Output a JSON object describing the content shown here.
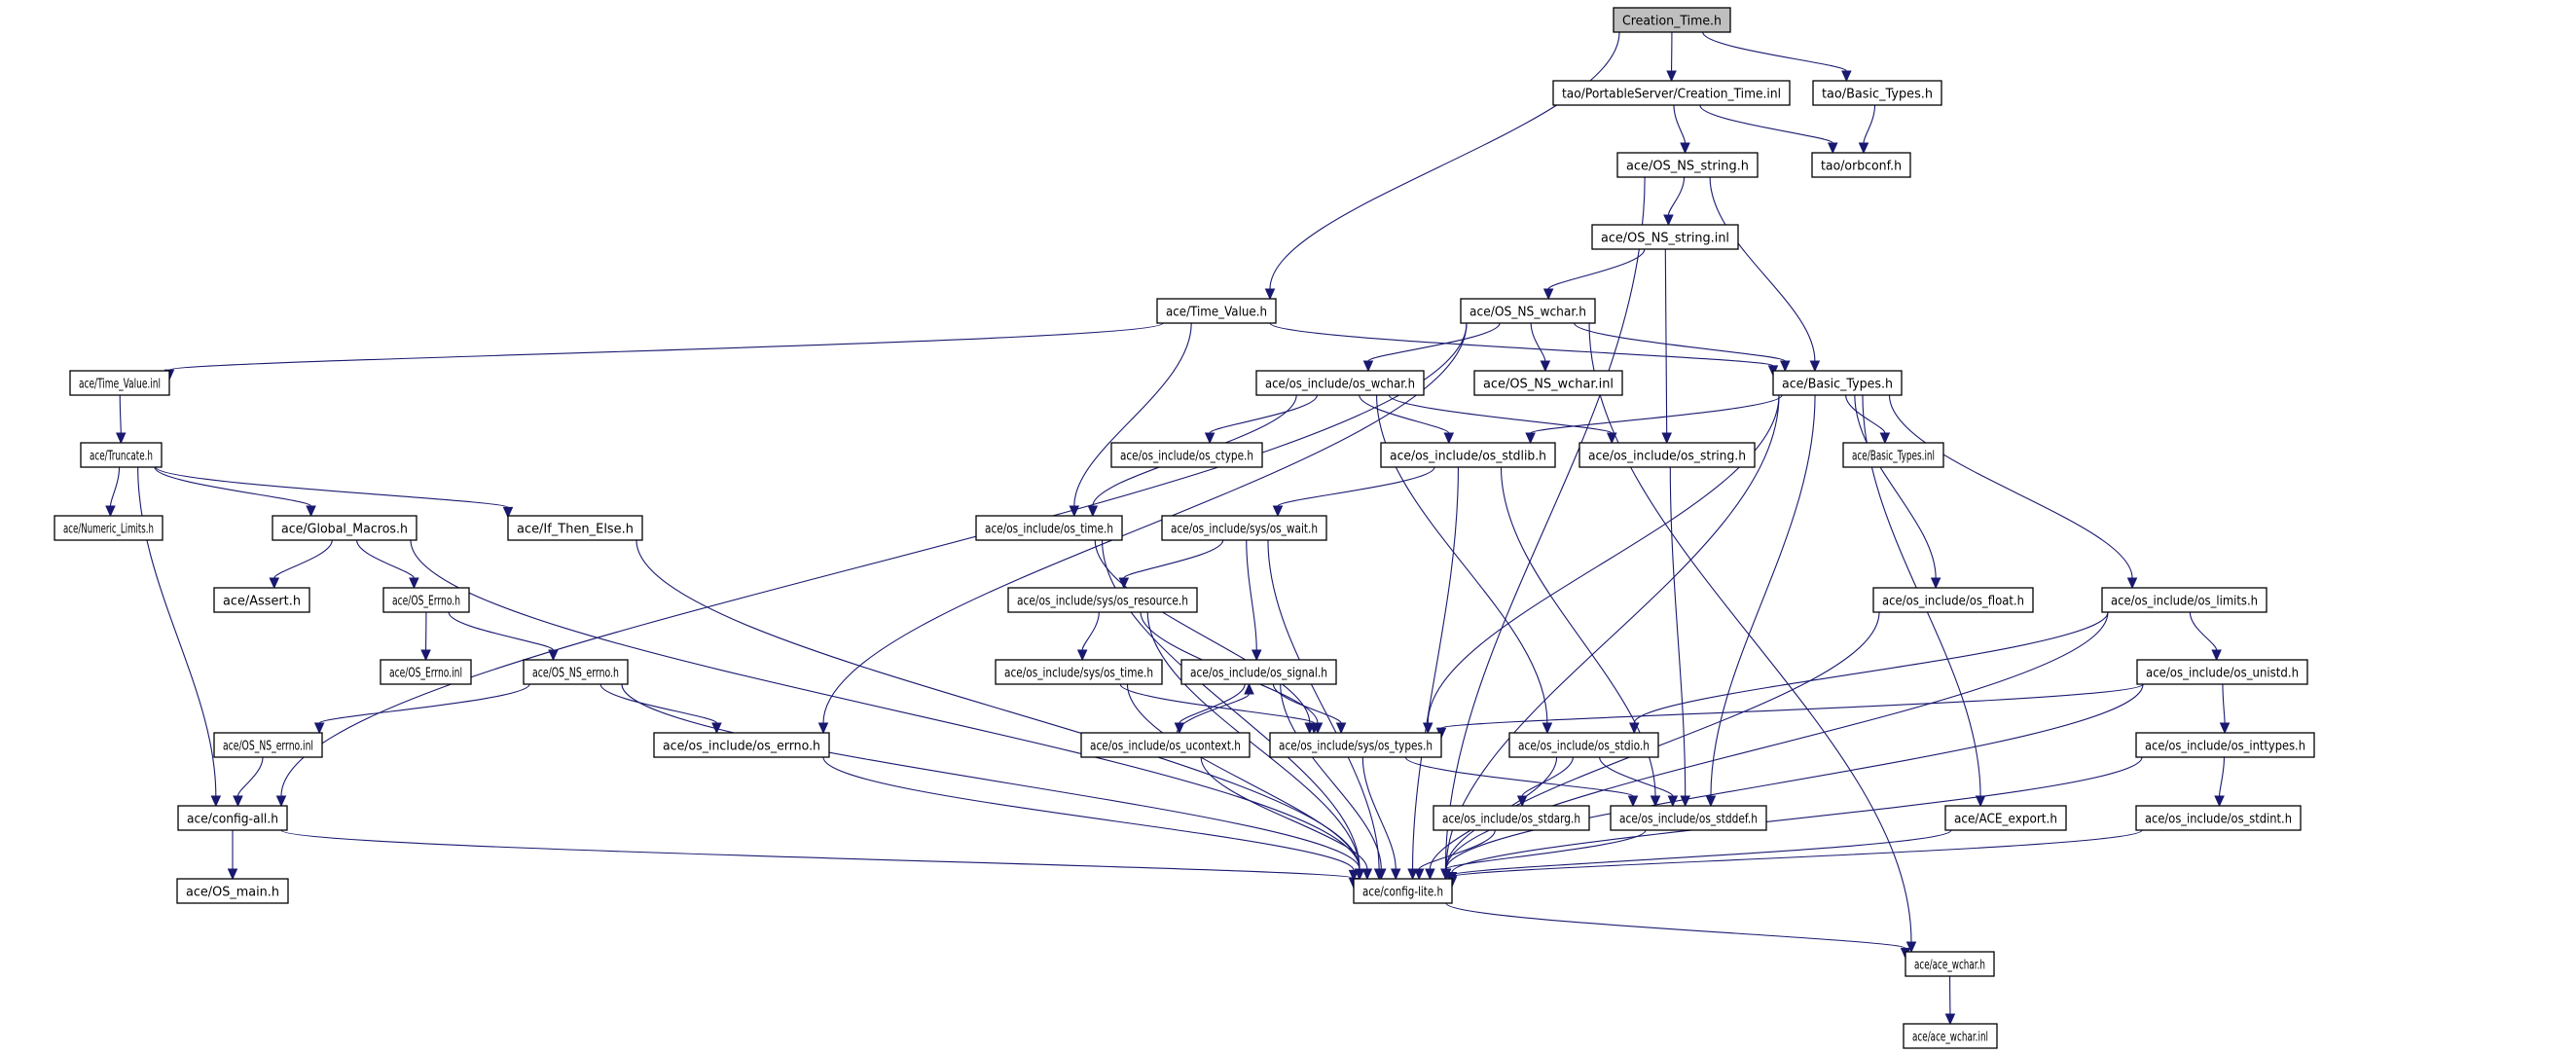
{
  "graph": {
    "title": "Creation_Time.h",
    "edge_color": "#191970",
    "root_fill": "#bfbfbf",
    "nodes": [
      {
        "id": "creation_time_h",
        "label": "Creation_Time.h",
        "root": true
      },
      {
        "id": "tao_creation_time_inl",
        "label": "tao/PortableServer/Creation_Time.inl"
      },
      {
        "id": "tao_basic_types_h",
        "label": "tao/Basic_Types.h"
      },
      {
        "id": "ace_os_ns_string_h",
        "label": "ace/OS_NS_string.h"
      },
      {
        "id": "tao_orbconf_h",
        "label": "tao/orbconf.h"
      },
      {
        "id": "ace_os_ns_string_inl",
        "label": "ace/OS_NS_string.inl"
      },
      {
        "id": "ace_time_value_h",
        "label": "ace/Time_Value.h"
      },
      {
        "id": "ace_os_ns_wchar_h",
        "label": "ace/OS_NS_wchar.h"
      },
      {
        "id": "ace_time_value_inl",
        "label": "ace/Time_Value.inl"
      },
      {
        "id": "ace_os_include_os_wchar_h",
        "label": "ace/os_include/os_wchar.h"
      },
      {
        "id": "ace_os_ns_wchar_inl",
        "label": "ace/OS_NS_wchar.inl"
      },
      {
        "id": "ace_basic_types_h",
        "label": "ace/Basic_Types.h"
      },
      {
        "id": "ace_truncate_h",
        "label": "ace/Truncate.h"
      },
      {
        "id": "ace_os_include_os_ctype_h",
        "label": "ace/os_include/os_ctype.h"
      },
      {
        "id": "ace_os_include_os_stdlib_h",
        "label": "ace/os_include/os_stdlib.h"
      },
      {
        "id": "ace_os_include_os_string_h",
        "label": "ace/os_include/os_string.h"
      },
      {
        "id": "ace_basic_types_inl",
        "label": "ace/Basic_Types.inl"
      },
      {
        "id": "ace_numeric_limits_h",
        "label": "ace/Numeric_Limits.h"
      },
      {
        "id": "ace_global_macros_h",
        "label": "ace/Global_Macros.h"
      },
      {
        "id": "ace_if_then_else_h",
        "label": "ace/If_Then_Else.h"
      },
      {
        "id": "ace_os_include_os_time_h",
        "label": "ace/os_include/os_time.h"
      },
      {
        "id": "ace_os_include_sys_os_wait_h",
        "label": "ace/os_include/sys/os_wait.h"
      },
      {
        "id": "ace_assert_h",
        "label": "ace/Assert.h"
      },
      {
        "id": "ace_os_errno_h",
        "label": "ace/OS_Errno.h"
      },
      {
        "id": "ace_os_include_sys_os_resource_h",
        "label": "ace/os_include/sys/os_resource.h"
      },
      {
        "id": "ace_os_include_os_float_h",
        "label": "ace/os_include/os_float.h"
      },
      {
        "id": "ace_os_include_os_limits_h",
        "label": "ace/os_include/os_limits.h"
      },
      {
        "id": "ace_os_errno_inl",
        "label": "ace/OS_Errno.inl"
      },
      {
        "id": "ace_os_ns_errno_h",
        "label": "ace/OS_NS_errno.h"
      },
      {
        "id": "ace_os_include_sys_os_time_h",
        "label": "ace/os_include/sys/os_time.h"
      },
      {
        "id": "ace_os_include_os_signal_h",
        "label": "ace/os_include/os_signal.h"
      },
      {
        "id": "ace_os_include_os_unistd_h",
        "label": "ace/os_include/os_unistd.h"
      },
      {
        "id": "ace_os_ns_errno_inl",
        "label": "ace/OS_NS_errno.inl"
      },
      {
        "id": "ace_os_include_os_errno_h",
        "label": "ace/os_include/os_errno.h"
      },
      {
        "id": "ace_os_include_os_ucontext_h",
        "label": "ace/os_include/os_ucontext.h"
      },
      {
        "id": "ace_os_include_sys_os_types_h",
        "label": "ace/os_include/sys/os_types.h"
      },
      {
        "id": "ace_os_include_os_stdio_h",
        "label": "ace/os_include/os_stdio.h"
      },
      {
        "id": "ace_os_include_os_inttypes_h",
        "label": "ace/os_include/os_inttypes.h"
      },
      {
        "id": "ace_config_all_h",
        "label": "ace/config-all.h"
      },
      {
        "id": "ace_os_include_os_stdarg_h",
        "label": "ace/os_include/os_stdarg.h"
      },
      {
        "id": "ace_os_include_os_stddef_h",
        "label": "ace/os_include/os_stddef.h"
      },
      {
        "id": "ace_ace_export_h",
        "label": "ace/ACE_export.h"
      },
      {
        "id": "ace_os_include_os_stdint_h",
        "label": "ace/os_include/os_stdint.h"
      },
      {
        "id": "ace_os_main_h",
        "label": "ace/OS_main.h"
      },
      {
        "id": "ace_config_lite_h",
        "label": "ace/config-lite.h"
      },
      {
        "id": "ace_ace_wchar_h",
        "label": "ace/ace_wchar.h"
      },
      {
        "id": "ace_ace_wchar_inl",
        "label": "ace/ace_wchar.inl"
      }
    ],
    "edges": [
      [
        "creation_time_h",
        "tao_creation_time_inl"
      ],
      [
        "creation_time_h",
        "tao_basic_types_h"
      ],
      [
        "creation_time_h",
        "ace_time_value_h"
      ],
      [
        "tao_creation_time_inl",
        "ace_os_ns_string_h"
      ],
      [
        "tao_creation_time_inl",
        "tao_orbconf_h"
      ],
      [
        "tao_basic_types_h",
        "tao_orbconf_h"
      ],
      [
        "ace_os_ns_string_h",
        "ace_os_ns_string_inl"
      ],
      [
        "ace_os_ns_string_h",
        "ace_basic_types_h"
      ],
      [
        "ace_os_ns_string_h",
        "ace_config_lite_h"
      ],
      [
        "ace_os_ns_string_inl",
        "ace_os_ns_wchar_h"
      ],
      [
        "ace_os_ns_string_inl",
        "ace_os_include_os_string_h"
      ],
      [
        "ace_time_value_h",
        "ace_time_value_inl"
      ],
      [
        "ace_time_value_h",
        "ace_basic_types_h"
      ],
      [
        "ace_time_value_h",
        "ace_os_include_os_time_h"
      ],
      [
        "ace_os_ns_wchar_h",
        "ace_os_include_os_wchar_h"
      ],
      [
        "ace_os_ns_wchar_h",
        "ace_os_ns_wchar_inl"
      ],
      [
        "ace_os_ns_wchar_h",
        "ace_basic_types_h"
      ],
      [
        "ace_os_ns_wchar_h",
        "ace_config_all_h"
      ],
      [
        "ace_os_ns_wchar_h",
        "ace_os_include_os_errno_h"
      ],
      [
        "ace_os_ns_wchar_h",
        "ace_ace_wchar_h"
      ],
      [
        "ace_time_value_inl",
        "ace_truncate_h"
      ],
      [
        "ace_truncate_h",
        "ace_numeric_limits_h"
      ],
      [
        "ace_truncate_h",
        "ace_global_macros_h"
      ],
      [
        "ace_truncate_h",
        "ace_if_then_else_h"
      ],
      [
        "ace_truncate_h",
        "ace_config_all_h"
      ],
      [
        "ace_os_include_os_wchar_h",
        "ace_os_include_os_ctype_h"
      ],
      [
        "ace_os_include_os_wchar_h",
        "ace_os_include_os_stdlib_h"
      ],
      [
        "ace_os_include_os_wchar_h",
        "ace_os_include_os_string_h"
      ],
      [
        "ace_os_include_os_wchar_h",
        "ace_os_include_os_time_h"
      ],
      [
        "ace_os_include_os_wchar_h",
        "ace_os_include_os_stdio_h"
      ],
      [
        "ace_basic_types_h",
        "ace_os_include_os_stdlib_h"
      ],
      [
        "ace_basic_types_h",
        "ace_basic_types_inl"
      ],
      [
        "ace_basic_types_h",
        "ace_os_include_os_float_h"
      ],
      [
        "ace_basic_types_h",
        "ace_os_include_os_limits_h"
      ],
      [
        "ace_basic_types_h",
        "ace_ace_export_h"
      ],
      [
        "ace_basic_types_h",
        "ace_os_include_sys_os_types_h"
      ],
      [
        "ace_basic_types_h",
        "ace_os_include_os_stddef_h"
      ],
      [
        "ace_basic_types_h",
        "ace_config_lite_h"
      ],
      [
        "ace_os_include_os_stdlib_h",
        "ace_os_include_sys_os_wait_h"
      ],
      [
        "ace_os_include_os_stdlib_h",
        "ace_os_include_os_stddef_h"
      ],
      [
        "ace_os_include_os_stdlib_h",
        "ace_config_lite_h"
      ],
      [
        "ace_os_include_os_string_h",
        "ace_os_include_os_stddef_h"
      ],
      [
        "ace_global_macros_h",
        "ace_assert_h"
      ],
      [
        "ace_global_macros_h",
        "ace_os_errno_h"
      ],
      [
        "ace_global_macros_h",
        "ace_config_lite_h"
      ],
      [
        "ace_if_then_else_h",
        "ace_config_lite_h"
      ],
      [
        "ace_os_include_os_time_h",
        "ace_os_include_sys_os_types_h"
      ],
      [
        "ace_os_include_os_time_h",
        "ace_config_lite_h"
      ],
      [
        "ace_os_include_sys_os_wait_h",
        "ace_os_include_sys_os_resource_h"
      ],
      [
        "ace_os_include_sys_os_wait_h",
        "ace_os_include_os_signal_h"
      ],
      [
        "ace_os_include_sys_os_wait_h",
        "ace_config_lite_h"
      ],
      [
        "ace_os_errno_h",
        "ace_os_errno_inl"
      ],
      [
        "ace_os_errno_h",
        "ace_os_ns_errno_h"
      ],
      [
        "ace_os_include_sys_os_resource_h",
        "ace_os_include_sys_os_time_h"
      ],
      [
        "ace_os_include_sys_os_resource_h",
        "ace_os_include_sys_os_types_h"
      ],
      [
        "ace_os_include_sys_os_resource_h",
        "ace_config_lite_h"
      ],
      [
        "ace_os_include_os_float_h",
        "ace_config_lite_h"
      ],
      [
        "ace_os_include_os_limits_h",
        "ace_os_include_os_unistd_h"
      ],
      [
        "ace_os_include_os_limits_h",
        "ace_os_include_os_stdio_h"
      ],
      [
        "ace_os_include_os_limits_h",
        "ace_config_lite_h"
      ],
      [
        "ace_os_ns_errno_h",
        "ace_os_ns_errno_inl"
      ],
      [
        "ace_os_ns_errno_h",
        "ace_os_include_os_errno_h"
      ],
      [
        "ace_os_ns_errno_h",
        "ace_config_lite_h"
      ],
      [
        "ace_os_include_sys_os_time_h",
        "ace_os_include_sys_os_types_h"
      ],
      [
        "ace_os_include_sys_os_time_h",
        "ace_config_lite_h"
      ],
      [
        "ace_os_include_os_signal_h",
        "ace_os_include_os_ucontext_h"
      ],
      [
        "ace_os_include_os_signal_h",
        "ace_os_include_sys_os_types_h"
      ],
      [
        "ace_os_include_os_signal_h",
        "ace_config_lite_h"
      ],
      [
        "ace_os_include_os_ucontext_h",
        "ace_os_include_os_signal_h"
      ],
      [
        "ace_os_include_os_ucontext_h",
        "ace_config_lite_h"
      ],
      [
        "ace_os_include_os_unistd_h",
        "ace_os_include_os_inttypes_h"
      ],
      [
        "ace_os_include_os_unistd_h",
        "ace_os_include_sys_os_types_h"
      ],
      [
        "ace_os_include_os_unistd_h",
        "ace_config_lite_h"
      ],
      [
        "ace_os_ns_errno_inl",
        "ace_config_all_h"
      ],
      [
        "ace_os_include_os_errno_h",
        "ace_config_lite_h"
      ],
      [
        "ace_os_include_sys_os_types_h",
        "ace_os_include_os_stddef_h"
      ],
      [
        "ace_os_include_sys_os_types_h",
        "ace_config_lite_h"
      ],
      [
        "ace_os_include_os_stdio_h",
        "ace_os_include_os_stdarg_h"
      ],
      [
        "ace_os_include_os_stdio_h",
        "ace_os_include_os_stddef_h"
      ],
      [
        "ace_os_include_os_stdio_h",
        "ace_config_lite_h"
      ],
      [
        "ace_os_include_os_inttypes_h",
        "ace_os_include_os_stdint_h"
      ],
      [
        "ace_os_include_os_inttypes_h",
        "ace_config_lite_h"
      ],
      [
        "ace_config_all_h",
        "ace_os_main_h"
      ],
      [
        "ace_config_all_h",
        "ace_config_lite_h"
      ],
      [
        "ace_os_include_os_stdarg_h",
        "ace_config_lite_h"
      ],
      [
        "ace_os_include_os_stddef_h",
        "ace_config_lite_h"
      ],
      [
        "ace_ace_export_h",
        "ace_config_lite_h"
      ],
      [
        "ace_os_include_os_stdint_h",
        "ace_config_lite_h"
      ],
      [
        "ace_config_lite_h",
        "ace_ace_wchar_h"
      ],
      [
        "ace_ace_wchar_h",
        "ace_ace_wchar_inl"
      ]
    ]
  }
}
